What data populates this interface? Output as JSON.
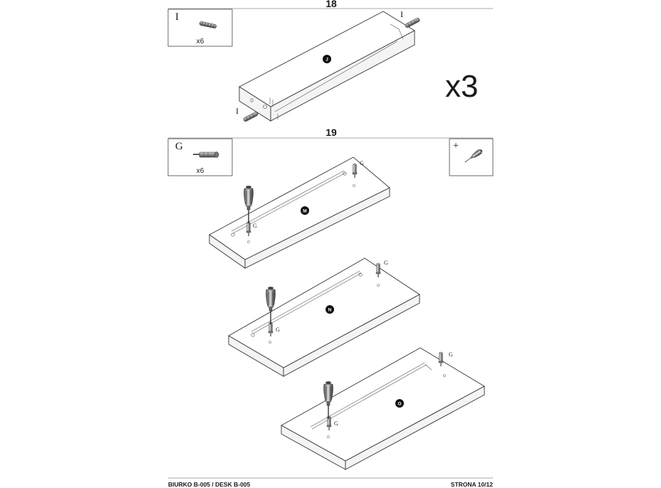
{
  "steps": {
    "s18": {
      "number": "18",
      "part_box": {
        "letter": "I",
        "qty": "x6"
      },
      "callouts": [
        "I",
        "I"
      ],
      "panel_label": "J",
      "multiplier": "x3"
    },
    "s19": {
      "number": "19",
      "part_box": {
        "letter": "G",
        "qty": "x6"
      },
      "tool_box": {
        "symbol": "+"
      },
      "panels": [
        {
          "label": "M",
          "cam_labels": [
            "G",
            "G"
          ]
        },
        {
          "label": "N",
          "cam_labels": [
            "G",
            "G"
          ]
        },
        {
          "label": "O",
          "cam_labels": [
            "G",
            "G"
          ]
        }
      ]
    }
  },
  "footer": {
    "left": "BIURKO B-005 / DESK B-005",
    "right": "STRONA 10/12"
  }
}
